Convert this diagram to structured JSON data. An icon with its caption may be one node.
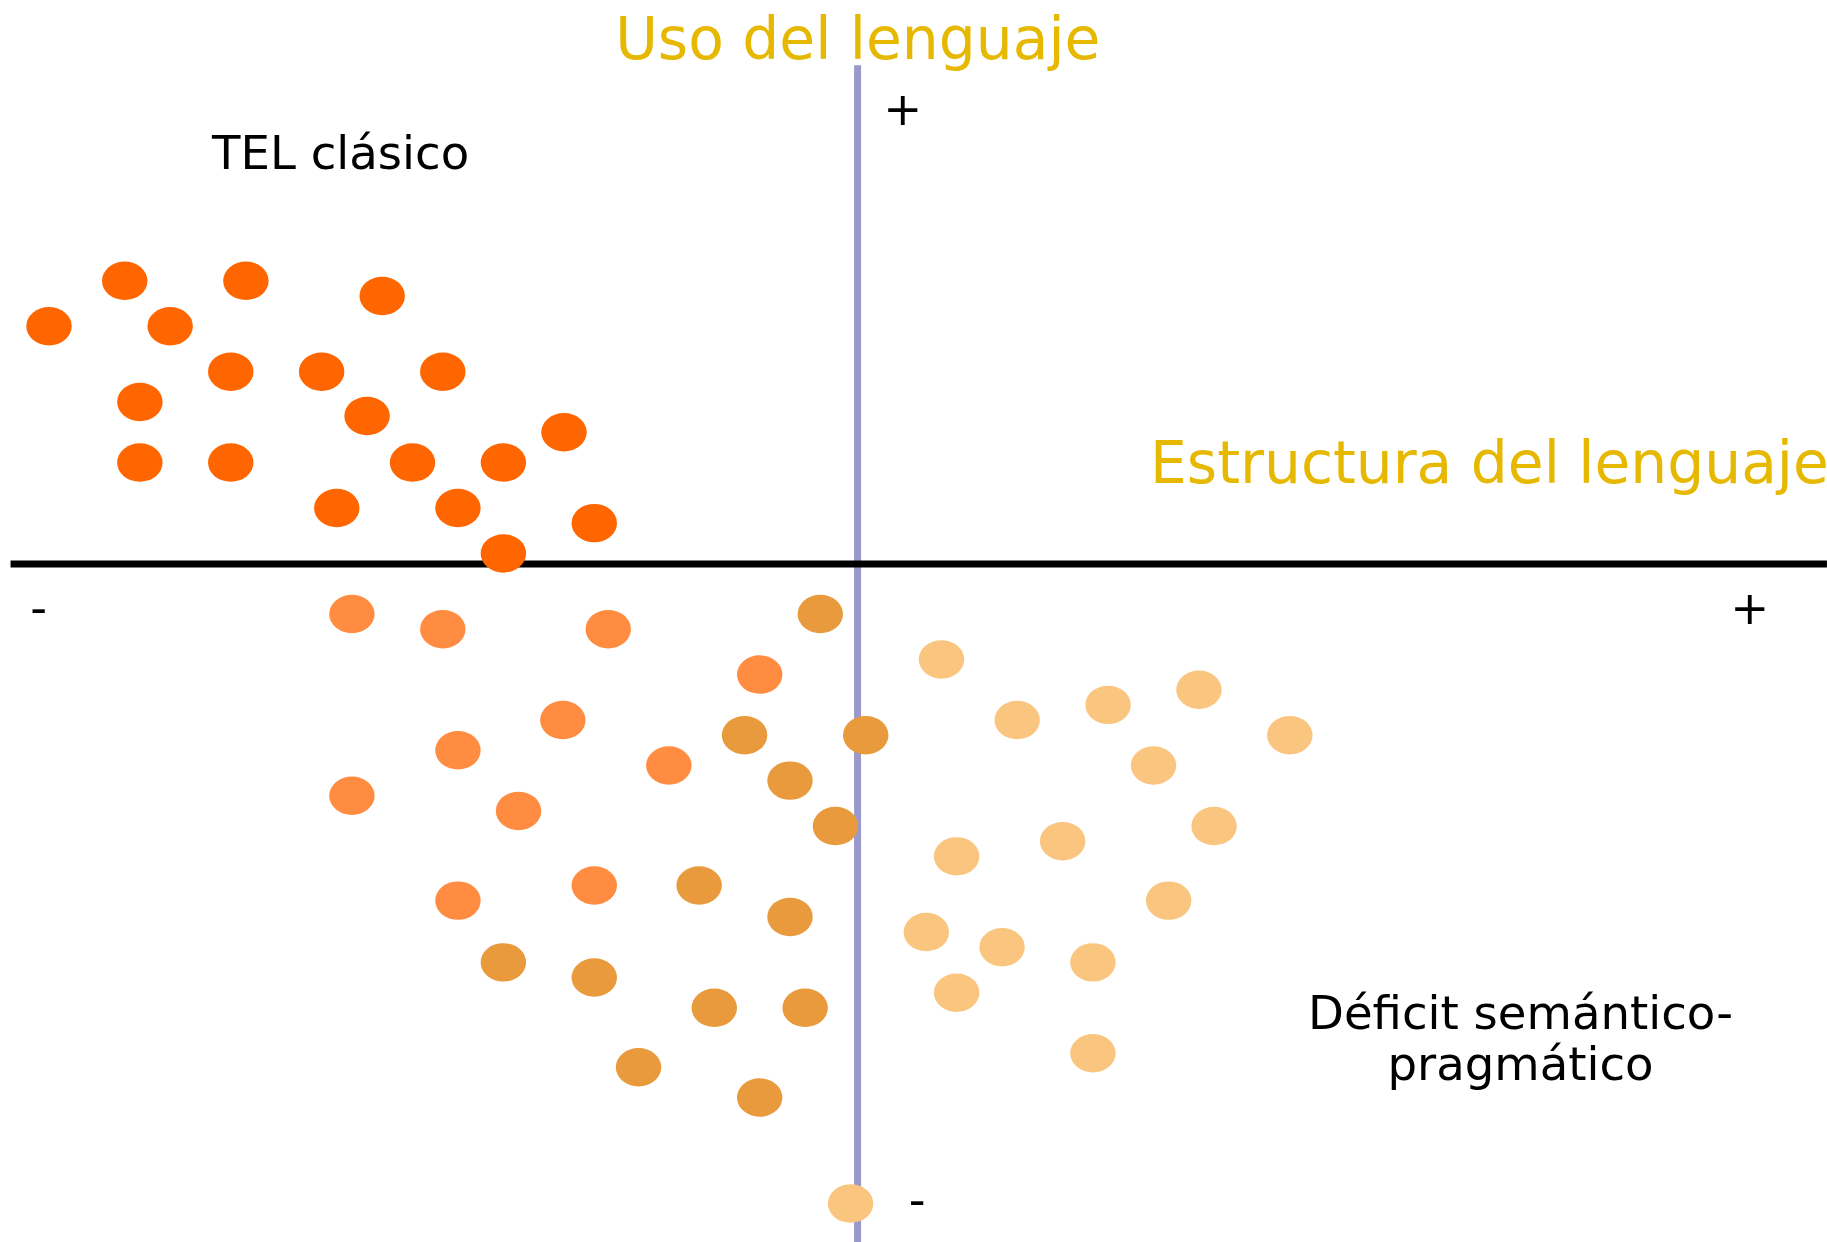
{
  "diagram": {
    "labels": [
      "Uso del lenguaje",
      "+",
      "TEL clásico",
      "Estructura del lenguaje",
      "-",
      "+",
      "Déficit semántico-pragmático",
      "-"
    ]
  }
}
